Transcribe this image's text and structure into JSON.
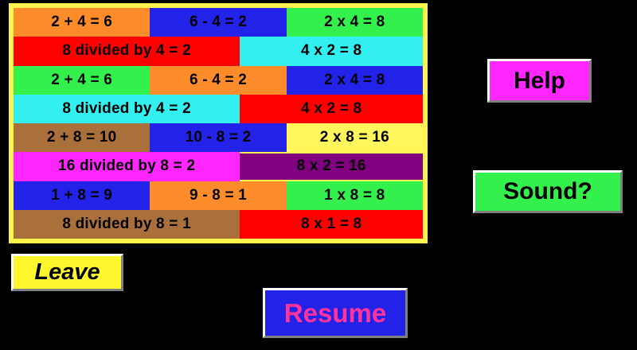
{
  "screen": {
    "background_color": "#000000",
    "title": "Math Fact Families Panel"
  },
  "facts_panel": {
    "border_color": "#FFF34D",
    "rows": [
      {
        "layout": "3",
        "cells": [
          {
            "text": "2 + 4 = 6",
            "bg": "#FF8C2B",
            "fg": "#000000"
          },
          {
            "text": "6 - 4 = 2",
            "bg": "#2222E8",
            "fg": "#000000"
          },
          {
            "text": "2 x 4 = 8",
            "bg": "#33F04D",
            "fg": "#000000"
          }
        ]
      },
      {
        "layout": "2",
        "cells": [
          {
            "text": "8 divided by 4 = 2",
            "bg": "#FF0000",
            "fg": "#000000"
          },
          {
            "text": "4 x 2 = 8",
            "bg": "#33F0F0",
            "fg": "#000000"
          }
        ]
      },
      {
        "layout": "3",
        "cells": [
          {
            "text": "2 + 4 = 6",
            "bg": "#33F04D",
            "fg": "#000000"
          },
          {
            "text": "6 - 4 = 2",
            "bg": "#FF8C2B",
            "fg": "#000000"
          },
          {
            "text": "2 x 4 = 8",
            "bg": "#2222E8",
            "fg": "#000000"
          }
        ]
      },
      {
        "layout": "2",
        "cells": [
          {
            "text": "8 divided by 4 = 2",
            "bg": "#33F0F0",
            "fg": "#000000"
          },
          {
            "text": "4 x 2 = 8",
            "bg": "#FF0000",
            "fg": "#000000"
          }
        ]
      },
      {
        "layout": "3",
        "cells": [
          {
            "text": "2 + 8 = 10",
            "bg": "#A9703C",
            "fg": "#000000"
          },
          {
            "text": "10 - 8 = 2",
            "bg": "#2222E8",
            "fg": "#000000"
          },
          {
            "text": "2 x 8 = 16",
            "bg": "#FFF75C",
            "fg": "#000000"
          }
        ]
      },
      {
        "layout": "2",
        "cells": [
          {
            "text": "16 divided by 8 = 2",
            "bg": "#FF26FF",
            "fg": "#000000"
          },
          {
            "text": "8 x 2 = 16",
            "bg": "#800080",
            "fg": "#000000",
            "inset": true
          }
        ]
      },
      {
        "layout": "3",
        "cells": [
          {
            "text": "1 + 8 = 9",
            "bg": "#2222E8",
            "fg": "#000000"
          },
          {
            "text": "9 - 8 = 1",
            "bg": "#FF8C2B",
            "fg": "#000000"
          },
          {
            "text": "1 x 8 = 8",
            "bg": "#33F04D",
            "fg": "#000000"
          }
        ]
      },
      {
        "layout": "2",
        "cells": [
          {
            "text": "8 divided by 8 = 1",
            "bg": "#A9703C",
            "fg": "#000000"
          },
          {
            "text": "8 x 1 = 8",
            "bg": "#FF0000",
            "fg": "#000000"
          }
        ]
      }
    ]
  },
  "buttons": {
    "help": {
      "label": "Help",
      "bg": "#FF26FF",
      "fg": "#000000"
    },
    "sound": {
      "label": "Sound?",
      "bg": "#33F04D",
      "fg": "#000000"
    },
    "leave": {
      "label": "Leave",
      "bg": "#FFF72E",
      "fg": "#000000"
    },
    "resume": {
      "label": "Resume",
      "bg": "#2222E8",
      "fg": "#FF3399"
    }
  }
}
